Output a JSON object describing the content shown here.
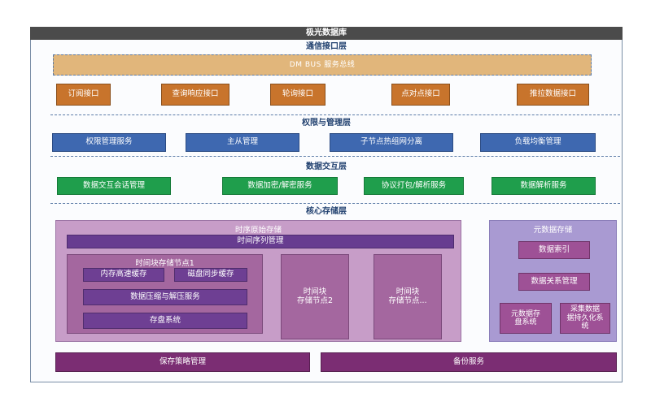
{
  "title": "极光数据库",
  "layers": {
    "comm": {
      "title": "通信接口层",
      "bus": "DM BUS 服务总线",
      "items": [
        "订阅接口",
        "查询响应接口",
        "轮询接口",
        "点对点接口",
        "推拉数据接口"
      ]
    },
    "auth": {
      "title": "权限与管理层",
      "items": [
        "权限管理服务",
        "主从管理",
        "子节点热组网分离",
        "负载均衡管理"
      ]
    },
    "exchange": {
      "title": "数据交互层",
      "items": [
        "数据交互会话管理",
        "数据加密/解密服务",
        "协议打包/解析服务",
        "数据解析服务"
      ]
    },
    "core": {
      "title": "核心存储层",
      "timeseries": {
        "title": "时序原始存储",
        "manager": "时间序列管理",
        "node1": {
          "title": "时间块存储节点1",
          "mem_cache": "内存高速缓存",
          "disk_cache": "磁盘同步缓存",
          "compress": "数据压缩与解压服务",
          "storage": "存盘系统"
        },
        "node2": "时间块\n存储节点2",
        "node3": "时间块\n存储节点..."
      },
      "meta": {
        "title": "元数据存储",
        "index": "数据索引",
        "relation": "数据关系管理",
        "disk": "元数据存\n盘系统",
        "persist": "采集数据\n据持久化系\n统"
      }
    }
  },
  "bottom": {
    "policy": "保存策略管理",
    "backup": "备份服务"
  },
  "colors": {
    "title_bar": "#4b4b4b",
    "bus": "#e1b67b",
    "interface": "#c8742c",
    "management": "#3e68b0",
    "exchange": "#1f9e4c",
    "timeseries_bg": "#c79dc8",
    "meta_bg": "#a99ad2",
    "bottom": "#7b2d73"
  }
}
